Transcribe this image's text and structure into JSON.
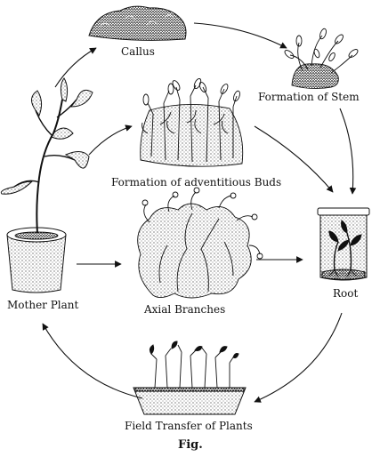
{
  "labels": {
    "callus": "Callus",
    "stem": "Formation of Stem",
    "buds": "Formation of adventitious Buds",
    "mother": "Mother Plant",
    "axial": "Axial Branches",
    "root": "Root",
    "field": "Field Transfer of Plants",
    "caption": "Fig."
  }
}
